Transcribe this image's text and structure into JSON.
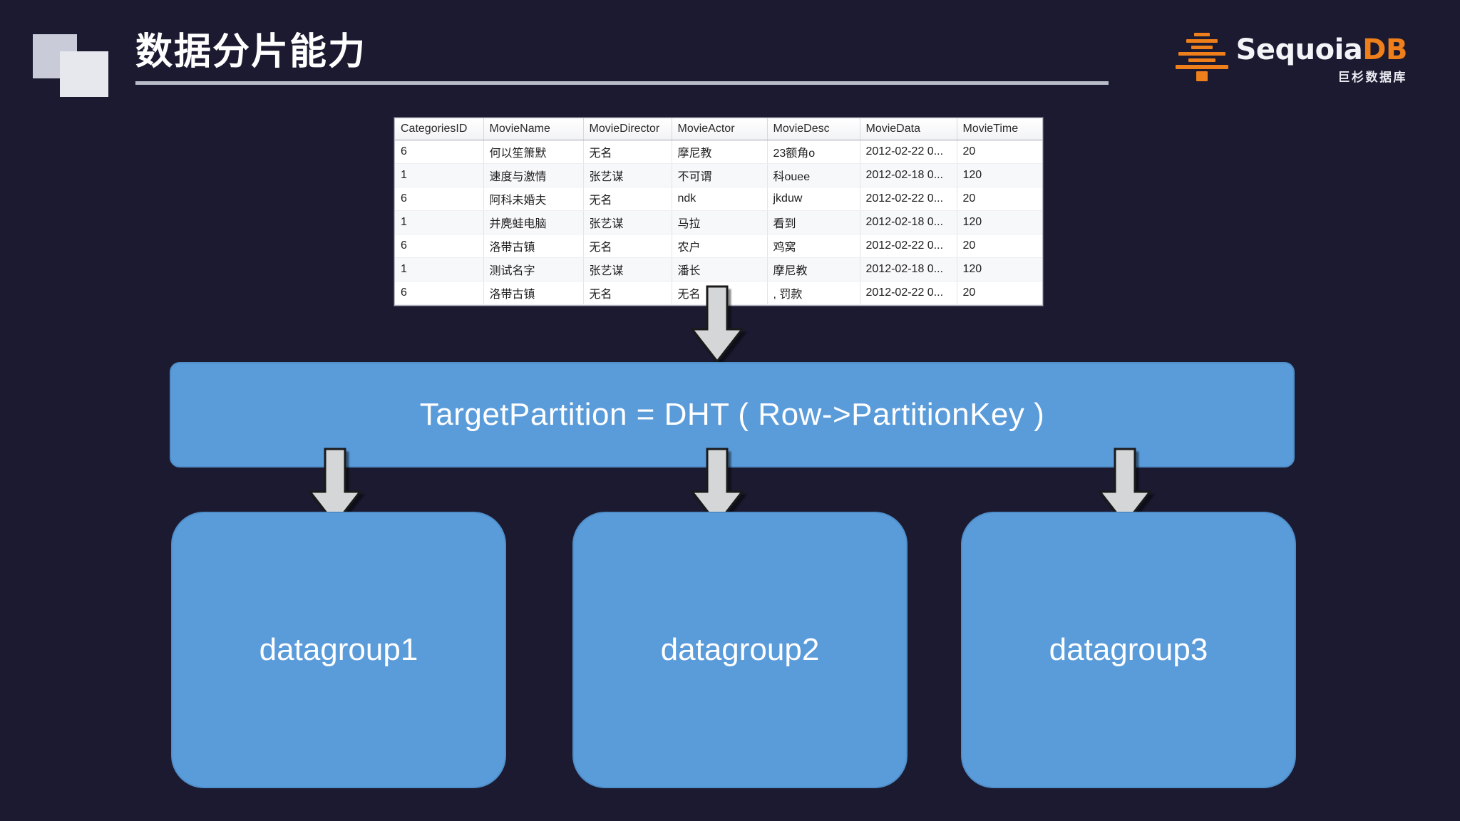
{
  "slide": {
    "title": "数据分片能力",
    "background_color": "#1b1a30",
    "accent_blue": "#5a9bda",
    "accent_orange": "#ef7f1a"
  },
  "logo": {
    "mark_name": "sequoia-tree-icon",
    "word_primary": "Sequoia",
    "word_accent": "DB",
    "subtitle": "巨杉数据库"
  },
  "table": {
    "columns": [
      "CategoriesID",
      "MovieName",
      "MovieDirector",
      "MovieActor",
      "MovieDesc",
      "MovieData",
      "MovieTime"
    ],
    "rows": [
      [
        "6",
        "何以笙箫默",
        "无名",
        "摩尼教",
        "23额角o",
        "2012-02-22 0...",
        "20"
      ],
      [
        "1",
        "速度与激情",
        "张艺谋",
        "不可谓",
        "科ouee",
        "2012-02-18 0...",
        "120"
      ],
      [
        "6",
        "阿科未婚夫",
        "无名",
        "ndk",
        "jkduw",
        "2012-02-22 0...",
        "20"
      ],
      [
        "1",
        "并麂蛙电脑",
        "张艺谋",
        "马拉",
        "看到",
        "2012-02-18 0...",
        "120"
      ],
      [
        "6",
        "洛带古镇",
        "无名",
        "农户",
        "鸡窝",
        "2012-02-22 0...",
        "20"
      ],
      [
        "1",
        "测试名字",
        "张艺谋",
        "潘长",
        "摩尼教",
        "2012-02-18 0...",
        "120"
      ],
      [
        "6",
        "洛带古镇",
        "无名",
        "无名",
        ", 罚款",
        "2012-02-22 0...",
        "20"
      ]
    ]
  },
  "diagram": {
    "formula": "TargetPartition = DHT ( Row->PartitionKey )",
    "groups": [
      {
        "label": "datagroup1"
      },
      {
        "label": "datagroup2"
      },
      {
        "label": "datagroup3"
      }
    ],
    "arrow_icon_name": "down-arrow-icon"
  }
}
